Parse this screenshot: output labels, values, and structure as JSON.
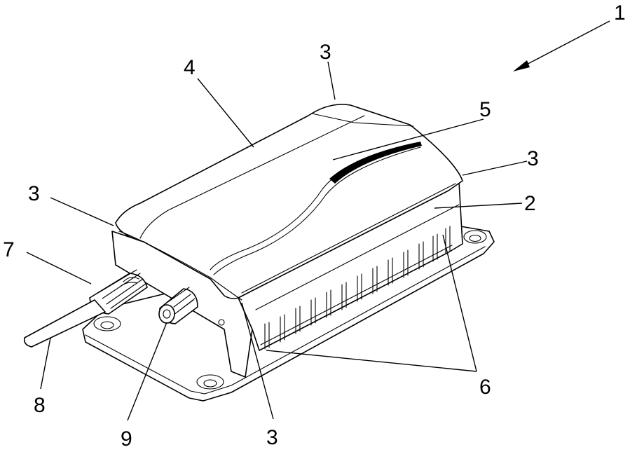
{
  "labels": {
    "device": "1",
    "housing_body": "2",
    "edge_top_back": "3",
    "edge_right": "3",
    "edge_left": "3",
    "edge_front_bottom": "3",
    "lid": "4",
    "lid_panel": "5",
    "vent_slots": "6",
    "cable_gland": "7",
    "cable": "8",
    "connector": "9"
  }
}
